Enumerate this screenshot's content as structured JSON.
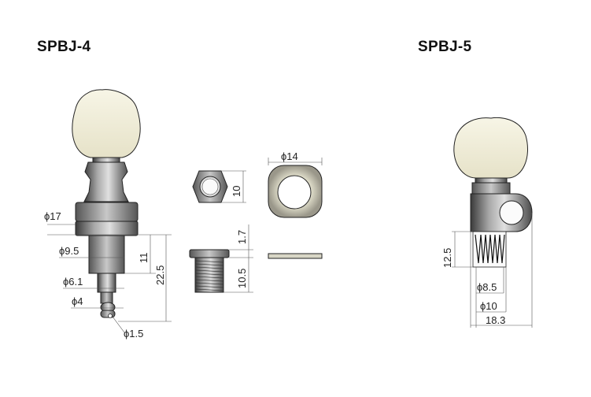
{
  "titles": {
    "left": "SPBJ-4",
    "right": "SPBJ-5"
  },
  "dims_left": {
    "d17": "ϕ17",
    "d9_5": "ϕ9.5",
    "d6_1": "ϕ6.1",
    "d4": "ϕ4",
    "d1_5": "ϕ1.5",
    "h11": "11",
    "h22_5": "22.5"
  },
  "dims_mid": {
    "nut_h": "10",
    "d14": "ϕ14",
    "h1_7": "1.7",
    "h10_5": "10.5"
  },
  "dims_right": {
    "h12_5": "12.5",
    "d8_5": "ϕ8.5",
    "d10": "ϕ10",
    "w18_3": "18.3"
  }
}
